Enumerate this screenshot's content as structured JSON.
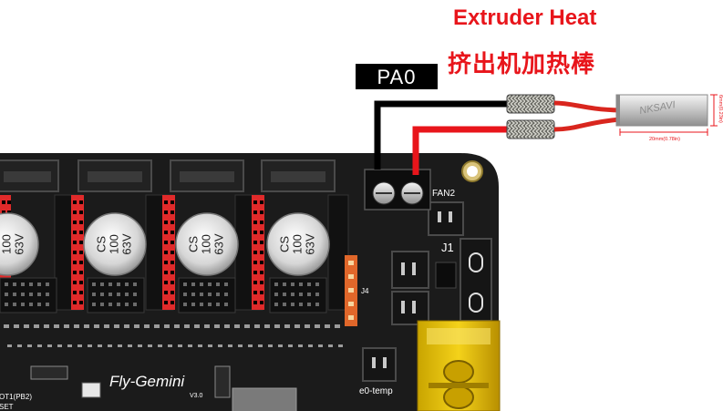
{
  "title": {
    "en": "Extruder Heat",
    "zh": "挤出机加热棒"
  },
  "pin_label": "PA0",
  "board": {
    "name": "Fly-Gemini",
    "version": "V3.0",
    "connector_fan2": "FAN2",
    "connector_j1": "J1",
    "connector_j4": "J4",
    "e0_temp": "e0-temp",
    "boot_label": "OT1(PB2)",
    "reset_label": "SET",
    "capacitor_text": [
      "CS",
      "100",
      "63V"
    ]
  },
  "heater": {
    "brand": "NKSAVI",
    "dim_length": "20mm(0.78in)",
    "dim_diameter": "6mm(0.23in)"
  },
  "colors": {
    "title": "#e8151b",
    "wire_positive": "#e8151b",
    "wire_negative": "#000000",
    "pcb": "#1b1b1b",
    "header_red": "#e02a2a"
  }
}
